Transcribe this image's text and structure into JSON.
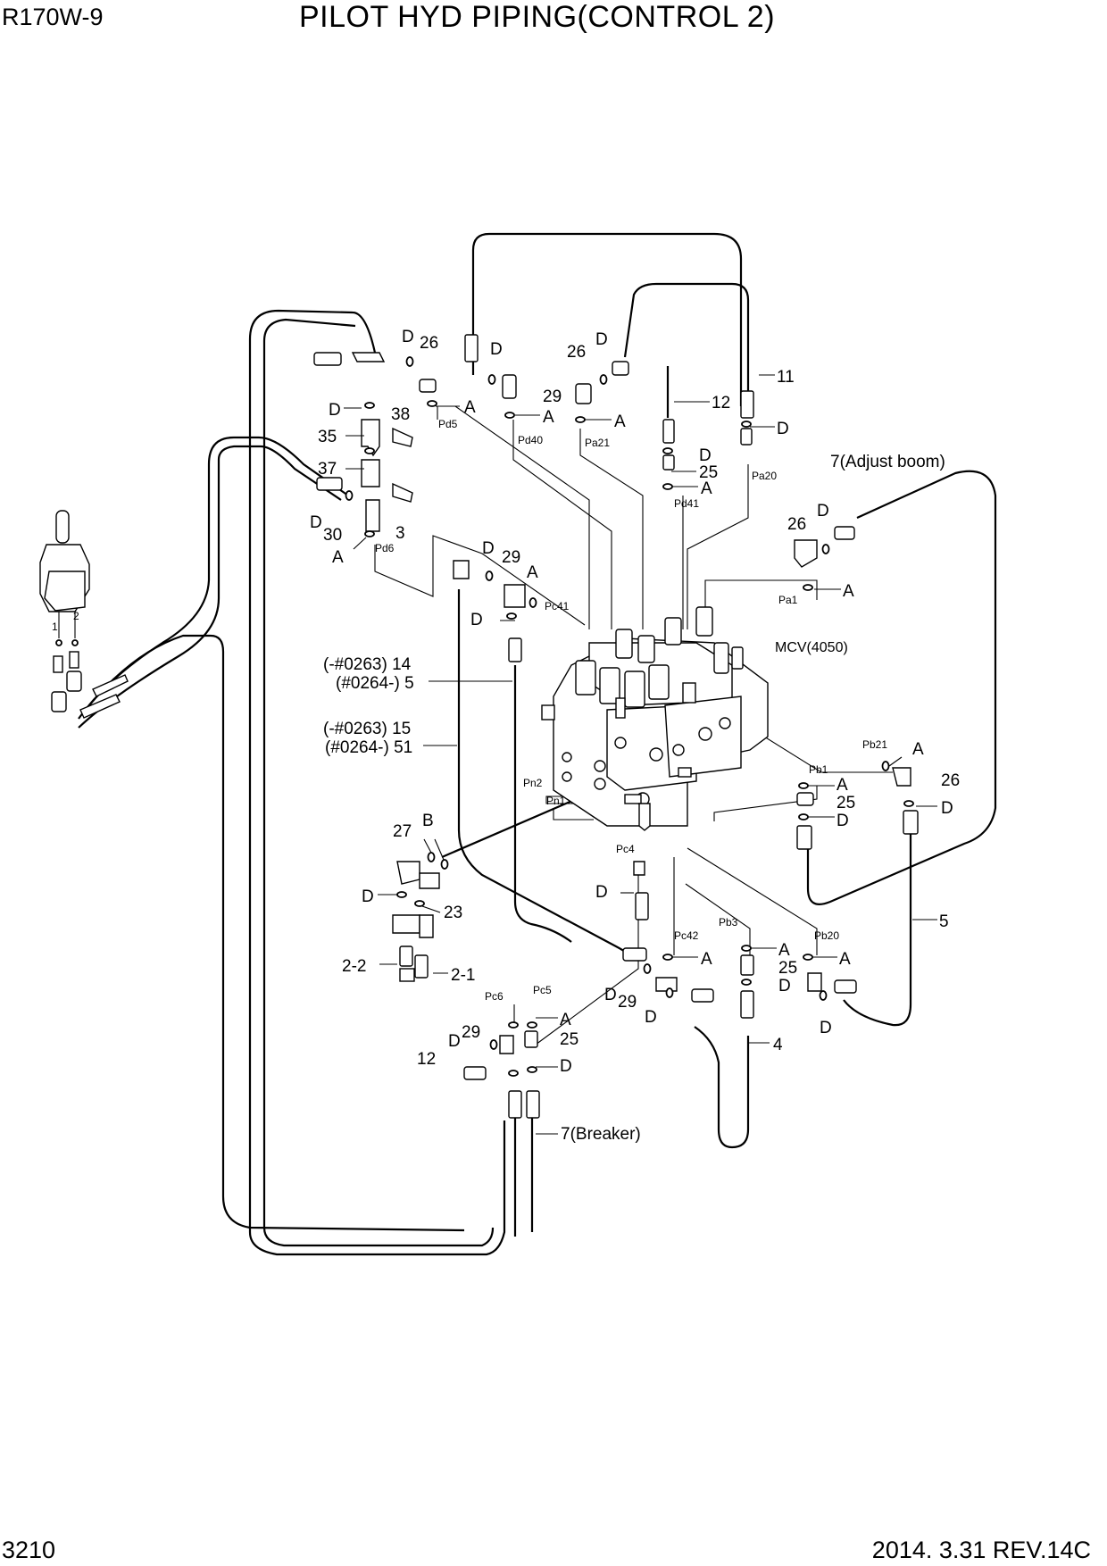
{
  "header": {
    "model": "R170W-9",
    "title": "PILOT HYD PIPING(CONTROL 2)"
  },
  "footer": {
    "page_number": "3210",
    "revision": "2014. 3.31  REV.14C"
  },
  "diagram": {
    "component": "MCV(4050)",
    "callouts": {
      "c_d1": "D",
      "c_26a": "26",
      "c_a1": "A",
      "c_d2": "D",
      "c_29a": "29",
      "c_a2": "A",
      "c_26b": "26",
      "c_d3": "D",
      "c_a3": "A",
      "c_12a": "12",
      "c_11": "11",
      "c_d4": "D",
      "c_d5": "D",
      "c_25a": "25",
      "c_a4": "A",
      "c_d6": "D",
      "c_38": "38",
      "c_35": "35",
      "c_37": "37",
      "c_d7": "D",
      "c_30": "30",
      "c_3": "3",
      "c_a5": "A",
      "c_7adj": "7(Adjust boom)",
      "c_26c": "26",
      "c_d8": "D",
      "c_a6": "A",
      "c_d9": "D",
      "c_29b": "29",
      "c_a7": "A",
      "c_d10": "D",
      "c_14": "(-#0263) 14",
      "c_5a": "(#0264-) 5",
      "c_15": "(-#0263) 15",
      "c_51": "(#0264-) 51",
      "c_a8": "A",
      "c_26d": "26",
      "c_a9": "A",
      "c_25b": "25",
      "c_d11": "D",
      "c_d12": "D",
      "c_27": "27",
      "c_b": "B",
      "c_d13": "D",
      "c_23": "23",
      "c_22": "2-2",
      "c_21": "2-1",
      "c_d14": "D",
      "c_5b": "5",
      "c_a10": "A",
      "c_a11": "A",
      "c_25c": "25",
      "c_a12": "A",
      "c_d15": "D",
      "c_d16": "D",
      "c_29c": "29",
      "c_d17": "D",
      "c_4": "4",
      "c_d18": "D",
      "c_a13": "A",
      "c_29d": "29",
      "c_d19": "D",
      "c_25d": "25",
      "c_12b": "12",
      "c_d20": "D",
      "c_7brk": "7(Breaker)"
    },
    "ports": {
      "p_pd5": "Pd5",
      "p_pd40": "Pd40",
      "p_pa21": "Pa21",
      "p_pa20": "Pa20",
      "p_pd41": "Pd41",
      "p_pd6": "Pd6",
      "p_pa1": "Pa1",
      "p_pc41": "Pc41",
      "p_pb21": "Pb21",
      "p_pb1": "Pb1",
      "p_pn2": "Pn2",
      "p_pn1": "Pn1",
      "p_pc4": "Pc4",
      "p_pc42": "Pc42",
      "p_pb3": "Pb3",
      "p_pb20": "Pb20",
      "p_pc6": "Pc6",
      "p_pc5": "Pc5",
      "p_j1": "1",
      "p_j2": "2"
    }
  }
}
